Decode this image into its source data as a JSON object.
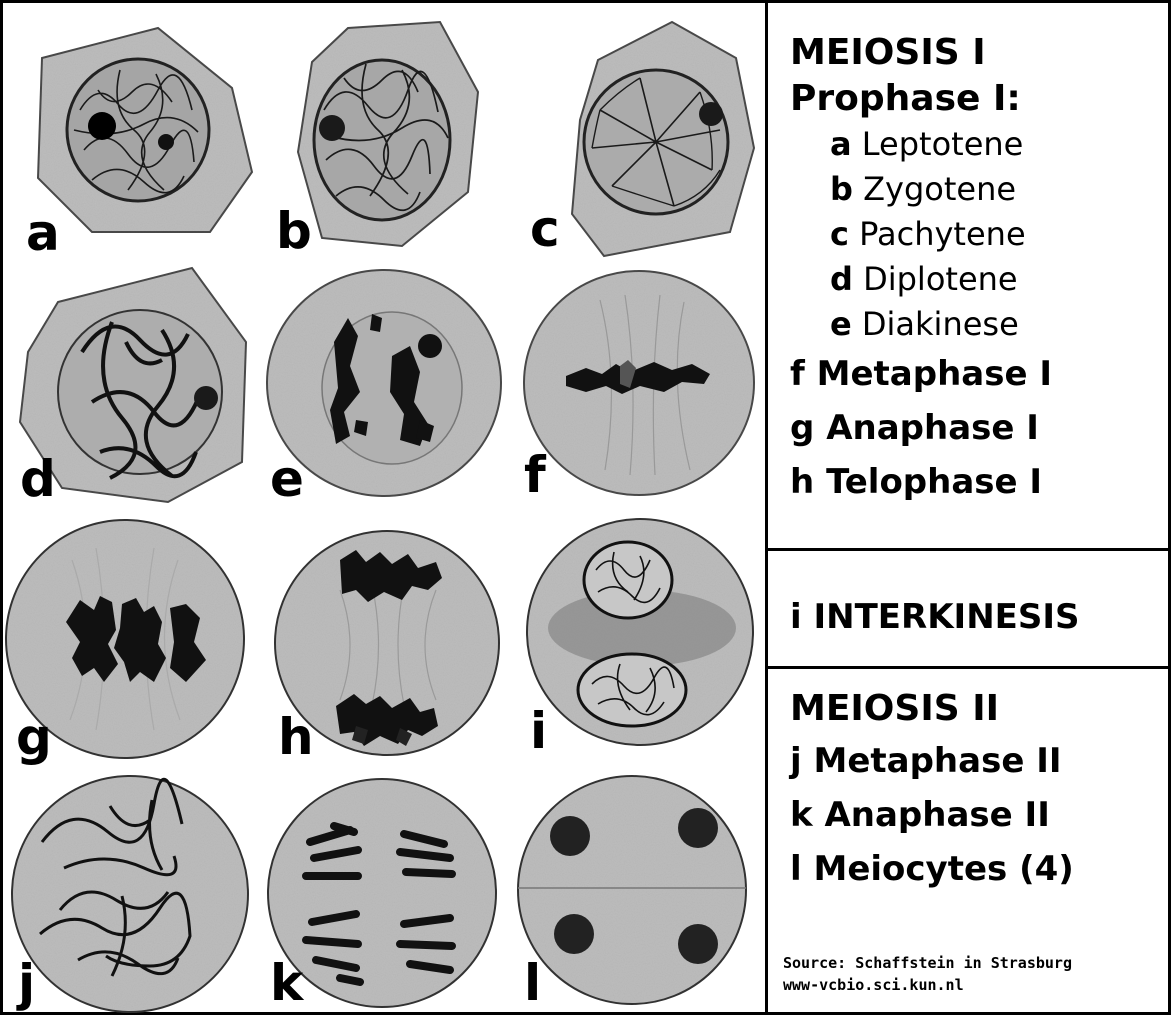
{
  "panels": [
    {
      "letter": "a",
      "stage": "Leptotene"
    },
    {
      "letter": "b",
      "stage": "Zygotene"
    },
    {
      "letter": "c",
      "stage": "Pachytene"
    },
    {
      "letter": "d",
      "stage": "Diplotene"
    },
    {
      "letter": "e",
      "stage": "Diakinese"
    },
    {
      "letter": "f",
      "stage": "Metaphase I"
    },
    {
      "letter": "g",
      "stage": "Anaphase I"
    },
    {
      "letter": "h",
      "stage": "Telophase I"
    },
    {
      "letter": "i",
      "stage": "INTERKINESIS"
    },
    {
      "letter": "j",
      "stage": "Metaphase II"
    },
    {
      "letter": "k",
      "stage": "Anaphase II"
    },
    {
      "letter": "l",
      "stage": "Meiocytes (4)"
    }
  ],
  "legend": {
    "meiosis1": {
      "title": "MEIOSIS I",
      "prophase_title": "Prophase I:",
      "prophase_stages": [
        {
          "letter": "a",
          "name": "Leptotene"
        },
        {
          "letter": "b",
          "name": "Zygotene"
        },
        {
          "letter": "c",
          "name": "Pachytene"
        },
        {
          "letter": "d",
          "name": "Diplotene"
        },
        {
          "letter": "e",
          "name": "Diakinese"
        }
      ],
      "items": [
        {
          "letter": "f",
          "name": "Metaphase I"
        },
        {
          "letter": "g",
          "name": "Anaphase I"
        },
        {
          "letter": "h",
          "name": "Telophase I"
        }
      ]
    },
    "interkinesis": {
      "letter": "i",
      "name": "INTERKINESIS"
    },
    "meiosis2": {
      "title": "MEIOSIS II",
      "items": [
        {
          "letter": "j",
          "name": "Metaphase II"
        },
        {
          "letter": "k",
          "name": "Anaphase II"
        },
        {
          "letter": "l",
          "name": "Meiocytes (4)"
        }
      ]
    }
  },
  "source": {
    "line1": "Source: Schaffstein in Strasburg",
    "line2": "www-vcbio.sci.kun.nl"
  },
  "colors": {
    "cytoplasm": "#bdbdbd",
    "nucleus": "#a9a9a9",
    "chromatin": "#1a1a1a",
    "outline": "#4a4a4a"
  }
}
